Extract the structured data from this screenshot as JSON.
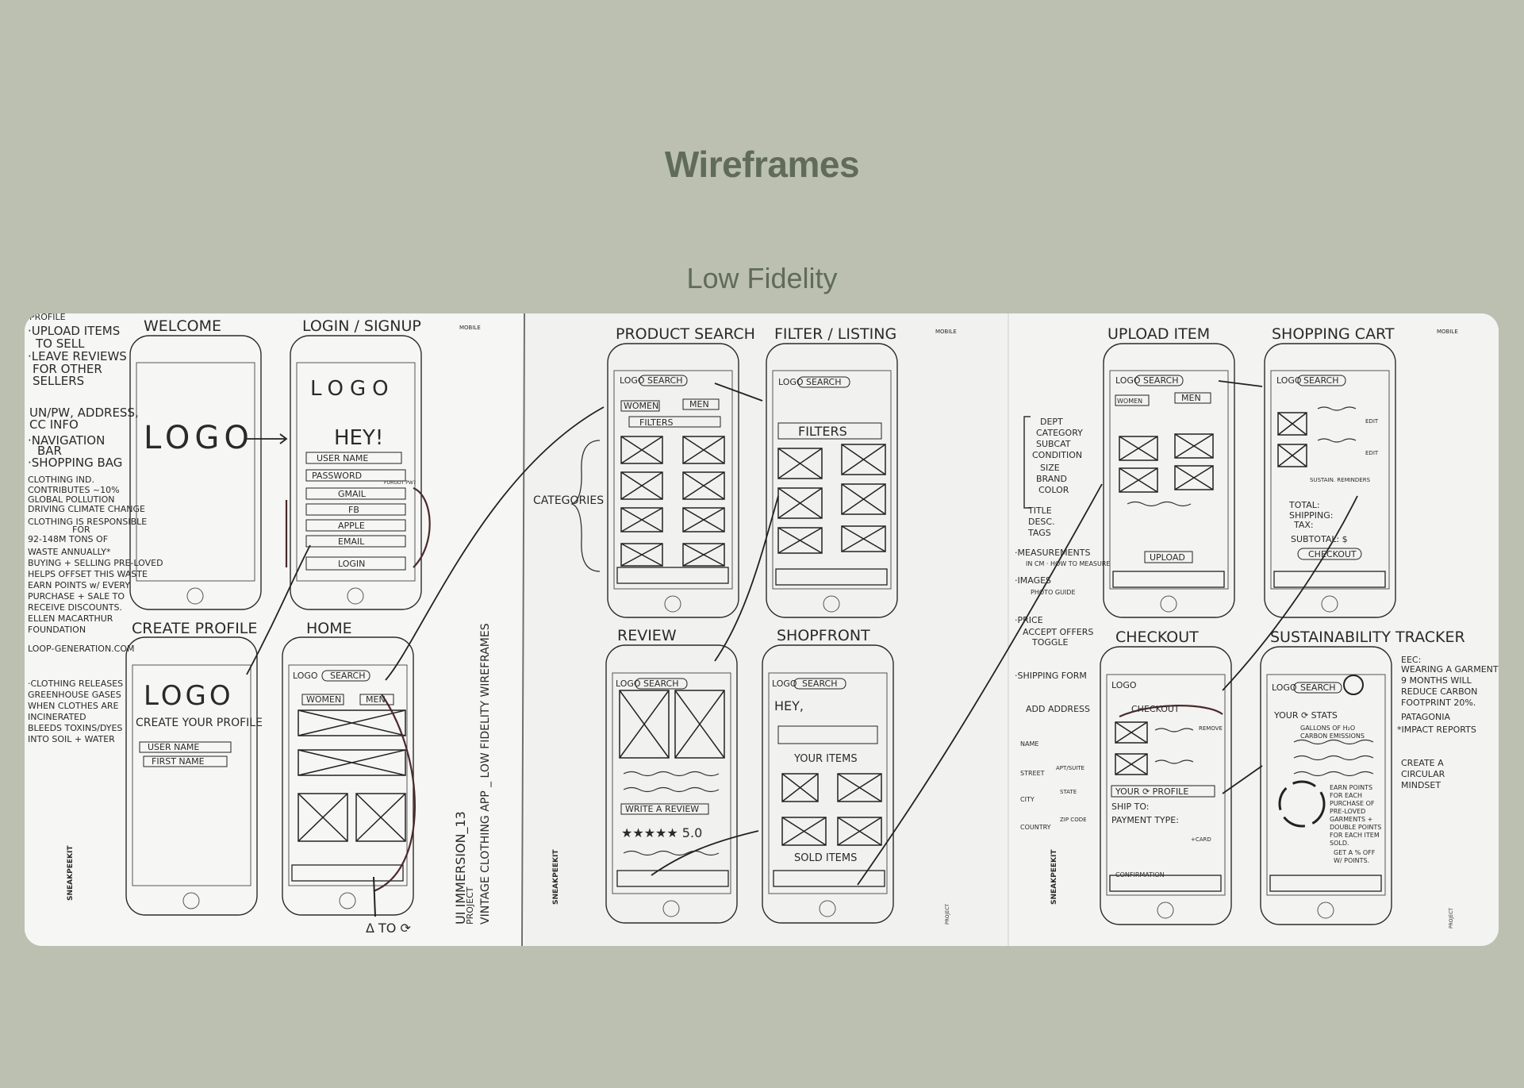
{
  "page": {
    "title": "Wireframes",
    "subtitle": "Low Fidelity"
  },
  "sheet1": {
    "notes_top": [
      "PROFILE",
      "·UPLOAD ITEMS",
      "TO SELL",
      "·LEAVE REVIEWS",
      "FOR OTHER",
      "SELLERS"
    ],
    "notes_mid": [
      "UN/PW, ADDRESS,",
      "CC INFO",
      "·NAVIGATION",
      "BAR",
      "·SHOPPING BAG"
    ],
    "notes_facts": [
      "CLOTHING IND.",
      "CONTRIBUTES ~10%",
      "GLOBAL POLLUTION",
      "DRIVING CLIMATE CHANGE",
      "CLOTHING IS RESPONSIBLE",
      "FOR",
      "92-148M TONS OF",
      "WASTE ANNUALLY*",
      "BUYING + SELLING PRE-LOVED",
      "HELPS OFFSET THIS WASTE",
      "EARN POINTS w/ EVERY",
      "PURCHASE + SALE TO",
      "RECEIVE DISCOUNTS.",
      "ELLEN MACARTHUR",
      "FOUNDATION",
      "LOOP-GENERATION.COM",
      "·CLOTHING RELEASES",
      "GREENHOUSE GASES",
      "WHEN CLOTHES ARE",
      "INCINERATED",
      "BLEEDS TOXINS/DYES",
      "INTO SOIL + WATER"
    ],
    "welcome": {
      "title": "WELCOME",
      "logo": "LOGO"
    },
    "login": {
      "title": "LOGIN / SIGNUP",
      "logo": "LOGO",
      "greeting": "HEY!",
      "username": "USER NAME",
      "password": "PASSWORD",
      "forgot": "FORGOT PW?",
      "gmail": "GMAIL",
      "fb": "FB",
      "apple": "APPLE",
      "email": "EMAIL",
      "login_btn": "LOGIN"
    },
    "create_profile": {
      "title": "CREATE PROFILE",
      "logo": "LOGO",
      "heading": "CREATE YOUR PROFILE",
      "username": "USER NAME",
      "first_name": "FIRST NAME"
    },
    "home": {
      "title": "HOME",
      "logo": "LOGO",
      "search": "SEARCH",
      "women": "WOMEN",
      "men": "MEN"
    },
    "sticky": "Δ TO ⟳",
    "vertical_title": "UI IMMERSION_13",
    "vertical_subtitle": "VINTAGE CLOTHING APP _ LOW FIDELITY WIREFRAMES",
    "vertical_project": "PROJECT",
    "brand": "SNEAKPEEKIT",
    "device": "MOBILE"
  },
  "sheet2": {
    "product_search": {
      "title": "PRODUCT SEARCH",
      "logo": "LOGO",
      "search": "SEARCH",
      "women": "WOMEN",
      "men": "MEN",
      "filters": "FILTERS"
    },
    "filter_listing": {
      "title": "FILTER / LISTING",
      "logo": "LOGO",
      "search": "SEARCH",
      "filters": "FILTERS"
    },
    "categories": "CATEGORIES",
    "review": {
      "title": "REVIEW",
      "logo": "LOGO",
      "search": "SEARCH",
      "write_review": "WRITE A REVIEW",
      "rating": "★★★★★ 5.0"
    },
    "shopfront": {
      "title": "SHOPFRONT",
      "logo": "LOGO",
      "search": "SEARCH",
      "greeting": "HEY,",
      "your_items": "YOUR ITEMS",
      "sold_items": "SOLD ITEMS"
    },
    "brand": "SNEAKPEEKIT",
    "device": "MOBILE",
    "project": "PROJECT"
  },
  "sheet3": {
    "notes": [
      "DEPT",
      "CATEGORY",
      "SUBCAT",
      "CONDITION",
      "SIZE",
      "BRAND",
      "COLOR",
      "TITLE",
      "DESC.",
      "TAGS",
      "·MEASUREMENTS",
      "IN CM · HOW TO MEASURE",
      "·IMAGES",
      "PHOTO GUIDE",
      "·PRICE",
      "ACCEPT OFFERS",
      "TOGGLE",
      "·SHIPPING FORM",
      "ADD ADDRESS",
      "NAME",
      "STREET",
      "APT/SUITE",
      "CITY",
      "STATE",
      "COUNTRY",
      "ZIP CODE"
    ],
    "upload_item": {
      "title": "UPLOAD ITEM",
      "logo": "LOGO",
      "search": "SEARCH",
      "women": "WOMEN",
      "men": "MEN",
      "upload_btn": "UPLOAD"
    },
    "shopping_cart": {
      "title": "SHOPPING CART",
      "logo": "LOGO",
      "search": "SEARCH",
      "edit": "EDIT",
      "sustain": "SUSTAIN. REMINDERS",
      "total": "TOTAL:",
      "shipping": "SHIPPING:",
      "tax": "TAX:",
      "subtotal": "SUBTOTAL: $",
      "checkout_btn": "CHECKOUT"
    },
    "checkout": {
      "title": "CHECKOUT",
      "logo": "LOGO",
      "checkout": "CHECKOUT",
      "your_profile": "YOUR ⟳ PROFILE",
      "ship_to": "SHIP TO:",
      "payment": "PAYMENT TYPE:",
      "cards": "+CARD",
      "remove": "REMOVE",
      "conf": "CONFIRMATION"
    },
    "sustainability": {
      "title": "SUSTAINABILITY TRACKER",
      "logo": "LOGO",
      "search": "SEARCH",
      "stats": "YOUR ⟳ STATS",
      "gallons": "GALLONS OF H₂O",
      "carbon": "CARBON EMISSIONS",
      "earn": [
        "EARN POINTS",
        "FOR EACH",
        "PURCHASE OF",
        "PRE-LOVED",
        "GARMENTS +",
        "DOUBLE POINTS",
        "FOR EACH ITEM",
        "SOLD.",
        "GET A % OFF",
        "W/ POINTS."
      ]
    },
    "side_notes": [
      "EEC:",
      "WEARING A GARMENT",
      "9 MONTHS WILL",
      "REDUCE CARBON",
      "FOOTPRINT 20%.",
      "PATAGONIA",
      "*IMPACT REPORTS",
      "CREATE A",
      "CIRCULAR",
      "MINDSET"
    ],
    "brand": "SNEAKPEEKIT",
    "device": "MOBILE",
    "project": "PROJECT"
  }
}
